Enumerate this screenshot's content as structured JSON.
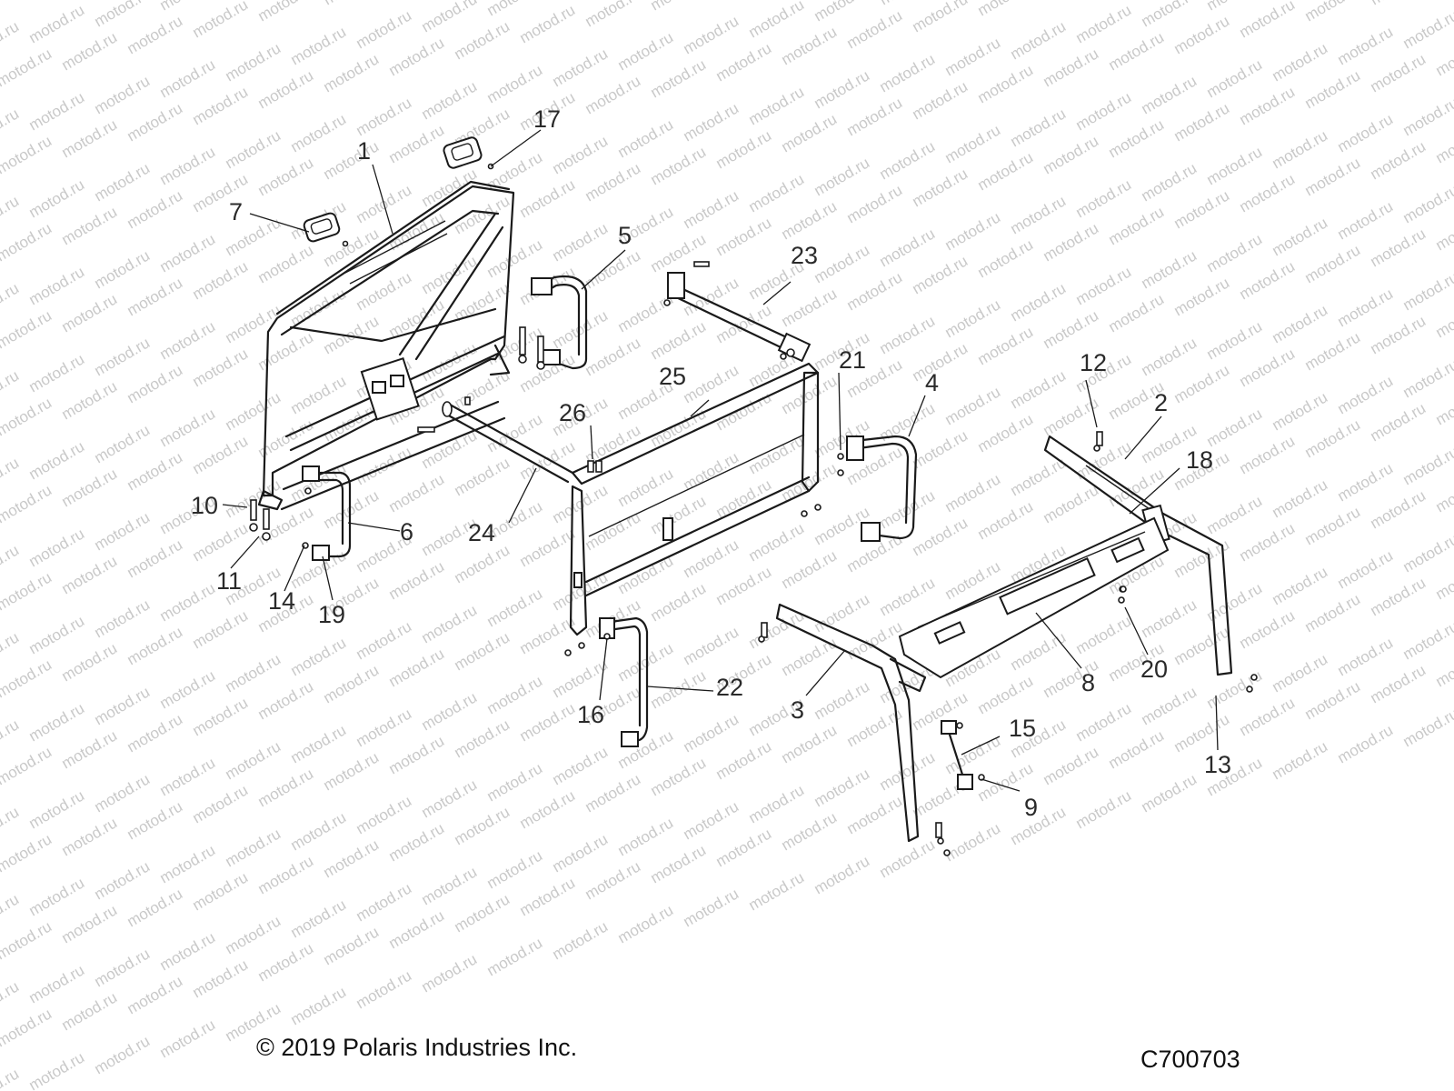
{
  "watermark": {
    "text": "motod.ru"
  },
  "callouts": [
    "1",
    "2",
    "3",
    "4",
    "5",
    "6",
    "7",
    "8",
    "9",
    "10",
    "11",
    "12",
    "13",
    "14",
    "15",
    "16",
    "17",
    "18",
    "19",
    "20",
    "21",
    "22",
    "23",
    "24",
    "25",
    "26"
  ],
  "footer": {
    "copyright": "© 2019 Polaris Industries Inc.",
    "diagram_code": "C700703"
  }
}
